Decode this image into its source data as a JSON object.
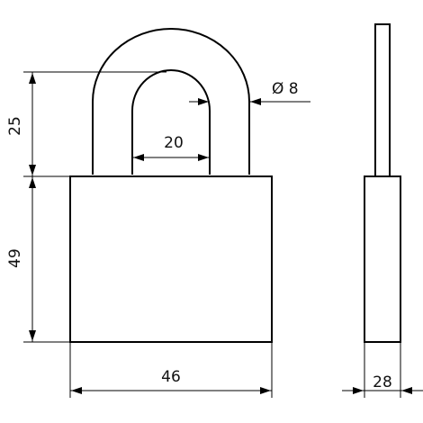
{
  "dimensions": {
    "shackle_height": "25",
    "body_height": "49",
    "shackle_inner_width": "20",
    "shackle_diameter": "Ø 8",
    "body_width": "46",
    "body_thickness": "28"
  },
  "colors": {
    "stroke": "#000000",
    "background": "#ffffff"
  }
}
